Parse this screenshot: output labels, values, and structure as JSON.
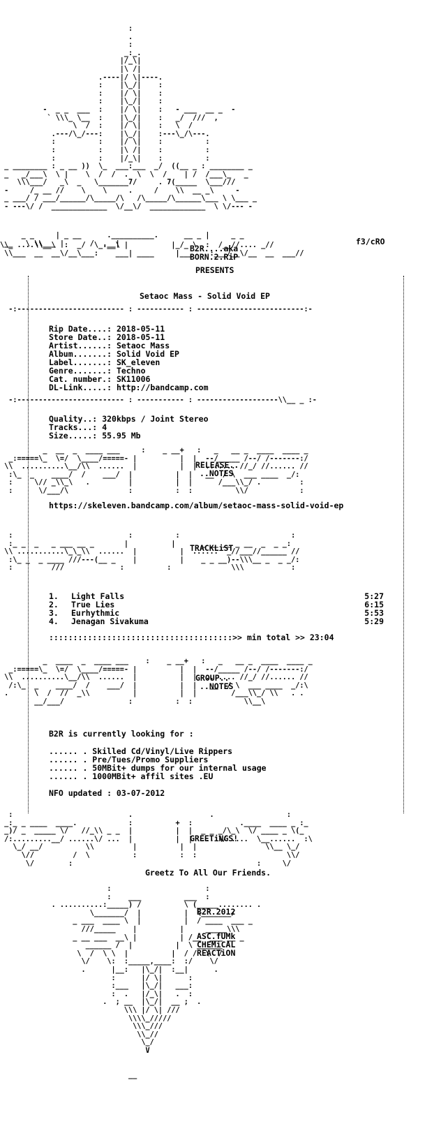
{
  "header": {
    "group_tag": "B2R....aka",
    "group_tag2": "BORN.2.RiP",
    "presents": "PRESENTS",
    "artist_credit": "f3/cRO"
  },
  "release_title": "Setaoc Mass - Solid Void EP",
  "info": {
    "fields": [
      {
        "label": "Rip Date....:",
        "value": "2018-05-11"
      },
      {
        "label": "Store Date..:",
        "value": "2018-05-11"
      },
      {
        "label": "Artist......:",
        "value": "Setaoc Mass"
      },
      {
        "label": "Album.......:",
        "value": "Solid Void EP"
      },
      {
        "label": "Label.......:",
        "value": "SK_eleven"
      },
      {
        "label": "Genre.......:",
        "value": "Techno"
      },
      {
        "label": "Cat. number.:",
        "value": "SK11006"
      },
      {
        "label": "DL-Link.....:",
        "value": "http://bandcamp.com"
      }
    ]
  },
  "quality": {
    "fields": [
      {
        "label": "Quality..:",
        "value": "320kbps / Joint Stereo"
      },
      {
        "label": "Tracks...:",
        "value": "4"
      },
      {
        "label": "Size.....:",
        "value": "55.95 Mb"
      }
    ]
  },
  "release_notes": {
    "heading1": "RELEASE..",
    "heading2": "..NOTES",
    "url": "https://skeleven.bandcamp.com/album/setaoc-mass-solid-void-ep"
  },
  "tracklist": {
    "heading": "TRACKLiST",
    "tracks": [
      {
        "num": "1.",
        "title": "Light Falls",
        "time": "5:27"
      },
      {
        "num": "2.",
        "title": "True Lies",
        "time": "6:15"
      },
      {
        "num": "3.",
        "title": "Eurhythmic",
        "time": "5:53"
      },
      {
        "num": "4.",
        "title": "Jenagan Sivakuma",
        "time": "5:29"
      }
    ],
    "total_line": "::::::::::::::::::::::::::::::::::::::>> min total >> 23:04"
  },
  "group_notes": {
    "heading1": "GROUP..",
    "heading2": "..NOTES",
    "intro": "B2R is currently looking for :",
    "items": [
      "...... . Skilled Cd/Vinyl/Live Rippers",
      "...... . Pre/Tues/Promo Suppliers",
      "...... . 50MBit+ dumps for our internal usage",
      "...... . 1000MBit+ affil sites .EU"
    ],
    "updated": "NFO updated : 03-07-2012"
  },
  "greetings": {
    "heading": "GREETiNGS!",
    "text": "Greetz To All Our Friends."
  },
  "footer": {
    "tag": "B2R.2012",
    "credits": [
      "ASC.fUMk",
      "CHEMiCAL",
      "REACTiON"
    ]
  }
}
